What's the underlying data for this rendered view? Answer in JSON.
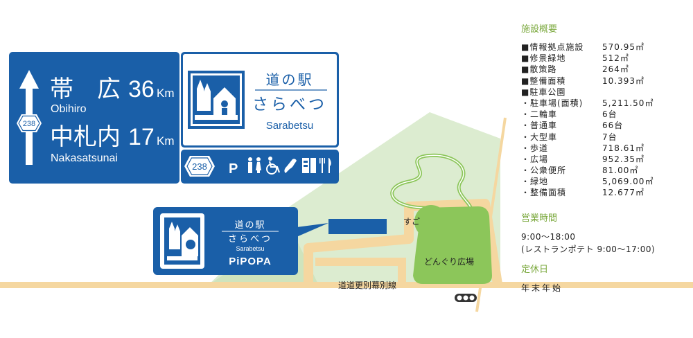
{
  "road_sign": {
    "upper_destination_kanji": "帯　広",
    "upper_distance": "36",
    "upper_unit": "Km",
    "upper_destination_romaji": "Obihiro",
    "route_number": "238",
    "lower_destination_kanji": "中札内",
    "lower_distance": "17",
    "lower_unit": "Km",
    "lower_destination_romaji": "Nakasatsunai"
  },
  "station_sign": {
    "title": "道の駅",
    "name_kana": "さらべつ",
    "name_romaji": "Sarabetsu",
    "route_number": "238",
    "parking_letter": "P"
  },
  "map_callout": {
    "title": "道の駅",
    "name_kana": "さらべつ",
    "name_romaji": "Sarabetsu",
    "brand": "PiPOPA"
  },
  "map_labels": {
    "sugoroku_plaza": "すごろく広場",
    "donguri_plaza": "どんぐり広場",
    "road_name": "道道更別幕別線"
  },
  "info": {
    "facility_heading": "施設概要",
    "specs": [
      {
        "label": "■情報拠点施設",
        "value": "570.95㎡"
      },
      {
        "label": "■修景緑地",
        "value": "512㎡"
      },
      {
        "label": "■散策路",
        "value": "264㎡"
      },
      {
        "label": "■整備面積",
        "value": "10.393㎡"
      },
      {
        "label": "■駐車公園",
        "value": ""
      },
      {
        "label": "・駐車場(面積)",
        "value": "5,211.50㎡"
      },
      {
        "label": "・二輪車",
        "value": "6台"
      },
      {
        "label": "・普通車",
        "value": "66台"
      },
      {
        "label": "・大型車",
        "value": "7台"
      },
      {
        "label": "・歩道",
        "value": "718.61㎡"
      },
      {
        "label": "・広場",
        "value": "952.35㎡"
      },
      {
        "label": "・公衆便所",
        "value": "81.00㎡"
      },
      {
        "label": "・緑地",
        "value": "5,069.00㎡"
      },
      {
        "label": "・整備面積",
        "value": "12.677㎡"
      }
    ],
    "hours_heading": "営業時間",
    "hours_main": "9:00～18:00",
    "hours_restaurant": "(レストランポテト 9:00～17:00)",
    "closed_heading": "定休日",
    "closed_value": "年末年始"
  },
  "colors": {
    "sign_blue": "#1a5fa8",
    "park_green": "#8cc65a",
    "field_light_green": "#dcecd0",
    "road_beige": "#f5d7a0",
    "heading_green": "#7aa83c"
  },
  "icons": [
    "arrow-up-icon",
    "route-shield-icon",
    "station-logo-icon",
    "toilet-icon",
    "accessible-icon",
    "phone-icon",
    "shop-icon",
    "restaurant-icon",
    "traffic-signal-icon"
  ]
}
